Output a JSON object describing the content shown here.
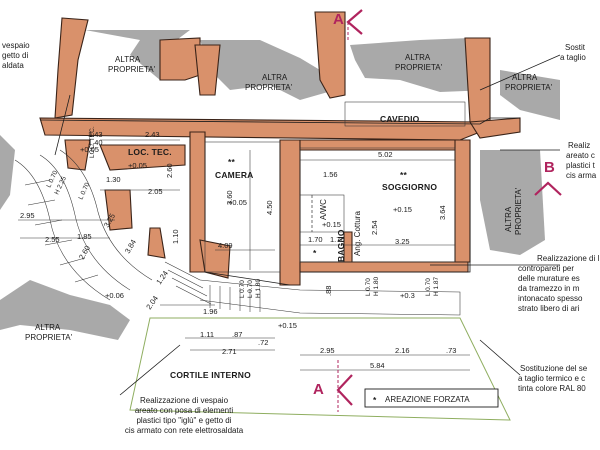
{
  "section_marks": {
    "a_top": "A",
    "a_bottom": "A",
    "b": "B"
  },
  "rooms": {
    "camera": "CAMERA",
    "soggiorno": "SOGGIORNO",
    "bagno": "BAGNO",
    "loc_tec": "LOC. TEC.",
    "loc_tec_small": "LOC. TEC.",
    "cavedio": "CAVEDIO",
    "cortile": "CORTILE INTERNO",
    "angolo_cottura": "Ang. Cottura",
    "wc": "A/WC"
  },
  "altra_proprieta": {
    "line1": "ALTRA",
    "line2": "PROPRIETA'"
  },
  "stars": {
    "double": "**",
    "single": "*"
  },
  "dimensions": {
    "d143": "1.43",
    "d140": "1.40",
    "d243": "2.43",
    "d260": "2.60",
    "d130": "1.30",
    "d205": "2.05",
    "d070a": "L 0.70",
    "d225": "H 2.25",
    "d070b": "L 0.70",
    "d295": "2.95",
    "d255": "2.55",
    "d185": "1.85",
    "d260b": "2.60",
    "d384": "3.84",
    "d325": "3.25",
    "d110": "1.10",
    "d409": "4.09",
    "d450": "4.50",
    "d170a": "1.70",
    "d170b": "1.70",
    "d156": "1.56",
    "d502": "5.02",
    "d364": "3.64",
    "d254": "2.54",
    "d325b": "3.25",
    "d196": "1.96",
    "d204": "2.04",
    "d124": "1.24",
    "d111": "1.11",
    "d87": ".87",
    "d72": ".72",
    "d271": "2.71",
    "d295b": "2.95",
    "d216": "2.16",
    "d73": ".73",
    "d584": "5.84",
    "d88": ".88",
    "l070": "L 0.70",
    "l070b": "L 0.70",
    "h180": "H 1.80",
    "l070c": "L 0.70",
    "h180b": "H 1.80",
    "l070d": "L 0.70",
    "h187": "H 1.87",
    "d360": "3.60"
  },
  "elevations": {
    "e1": "+0.05",
    "e2": "+0.05",
    "e3": "+0.05",
    "e4": "+0.15",
    "e5": "+0.15",
    "e6": "+0.06",
    "e7": "+0.15",
    "e8": "+0.3"
  },
  "annotations": {
    "top_left": [
      "vespaio",
      "getto di",
      "aldata"
    ],
    "top_right": [
      "Sostit",
      "a taglio"
    ],
    "right_1": [
      "Realiz",
      "areato c",
      "plastici t",
      "cis arma"
    ],
    "right_2": [
      "Realizzazione di l",
      "contropareti per",
      "delle murature es",
      "da tramezzo in m",
      "intonacato spesso",
      "strato libero di ari"
    ],
    "right_3": [
      "Sostituzione del se",
      "a taglio termico e c",
      "tinta colore RAL 80"
    ],
    "bottom": [
      "Realizzazione di vespaio",
      "areato con posa di elementi",
      "plastici tipo \"iglù\" e getto di",
      "cis armato con rete elettrosaldata"
    ]
  },
  "legend": {
    "symbol": "*",
    "text": "AREAZIONE FORZATA"
  }
}
